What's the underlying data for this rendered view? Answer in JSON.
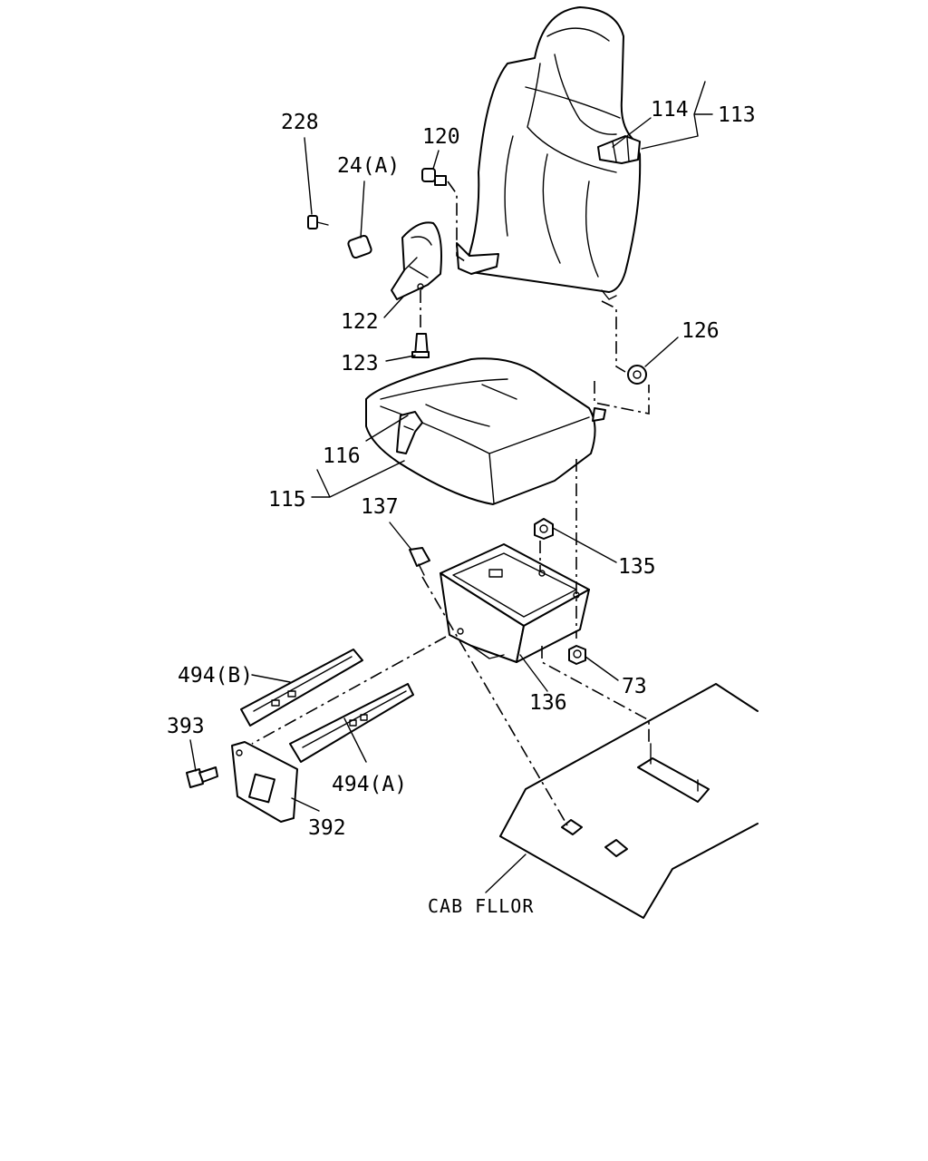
{
  "labels": {
    "p228": "228",
    "p24a": "24(A)",
    "p120": "120",
    "p114": "114",
    "p113": "113",
    "p122": "122",
    "p123": "123",
    "p126": "126",
    "p116": "116",
    "p115": "115",
    "p137": "137",
    "p135": "135",
    "p73": "73",
    "p136": "136",
    "p494b": "494(B)",
    "p393": "393",
    "p494a": "494(A)",
    "p392": "392",
    "floor": "CAB FLLOR"
  }
}
